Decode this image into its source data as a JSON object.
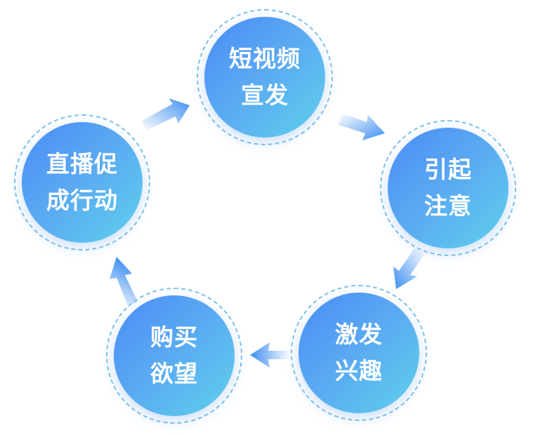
{
  "cycle": {
    "nodes": [
      {
        "line1": "短视频",
        "line2": "宣发"
      },
      {
        "line1": "引起",
        "line2": "注意"
      },
      {
        "line1": "激发",
        "line2": "兴趣"
      },
      {
        "line1": "购买",
        "line2": "欲望"
      },
      {
        "line1": "直播促",
        "line2": "成行动"
      }
    ]
  },
  "colors": {
    "node_gradient_start": "#4a8cf7",
    "node_gradient_end": "#5fd0ec",
    "ring_dash": "#7fc3e8",
    "arrow": "#3d8ef0",
    "text": "#ffffff"
  }
}
